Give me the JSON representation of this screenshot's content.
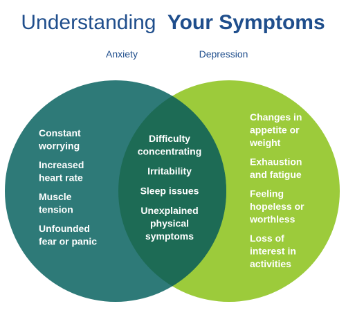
{
  "title": {
    "normal": "Understanding",
    "bold": "Your Symptoms"
  },
  "colors": {
    "title": "#1f4e8c",
    "anxiety": "#2e7a78",
    "depression": "#9ccb3b",
    "overlap": "#1d6b55"
  },
  "sets": {
    "anxiety": {
      "label": "Anxiety",
      "items": [
        {
          "lines": [
            "Constant",
            "worrying"
          ]
        },
        {
          "lines": [
            "Increased",
            "heart rate"
          ]
        },
        {
          "lines": [
            "Muscle",
            "tension"
          ]
        },
        {
          "lines": [
            "Unfounded",
            "fear or panic"
          ]
        }
      ]
    },
    "both": {
      "items": [
        {
          "lines": [
            "Difficulty",
            "concentrating"
          ]
        },
        {
          "lines": [
            "Irritability"
          ]
        },
        {
          "lines": [
            "Sleep issues"
          ]
        },
        {
          "lines": [
            "Unexplained",
            "physical",
            "symptoms"
          ]
        }
      ]
    },
    "depression": {
      "label": "Depression",
      "items": [
        {
          "lines": [
            "Changes in",
            "appetite or",
            "weight"
          ]
        },
        {
          "lines": [
            "Exhaustion",
            "and fatigue"
          ]
        },
        {
          "lines": [
            "Feeling",
            "hopeless or",
            "worthless"
          ]
        },
        {
          "lines": [
            "Loss of",
            "interest in",
            "activities"
          ]
        }
      ]
    }
  }
}
